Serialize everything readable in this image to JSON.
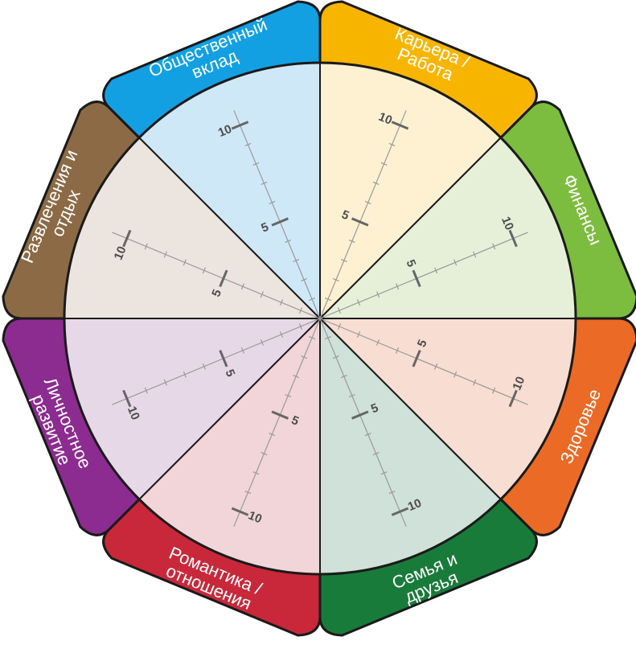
{
  "wheel": {
    "segments": [
      {
        "id": "career",
        "label_lines": [
          "Карьера /",
          "Работа"
        ],
        "tab_color": "#f8b500",
        "fill_color": "#fdf1d2"
      },
      {
        "id": "finance",
        "label_lines": [
          "Финансы"
        ],
        "tab_color": "#7cbc3f",
        "fill_color": "#e6f0d8"
      },
      {
        "id": "health",
        "label_lines": [
          "Здоровье"
        ],
        "tab_color": "#ea6a26",
        "fill_color": "#f8ddd2"
      },
      {
        "id": "family",
        "label_lines": [
          "Семья и",
          "друзья"
        ],
        "tab_color": "#197b3a",
        "fill_color": "#cfe1d8"
      },
      {
        "id": "romance",
        "label_lines": [
          "Романтика /",
          "отношения"
        ],
        "tab_color": "#c8283a",
        "fill_color": "#f1d5d8"
      },
      {
        "id": "growth",
        "label_lines": [
          "Личностное",
          "развитие"
        ],
        "tab_color": "#8c2b90",
        "fill_color": "#e7d8e8"
      },
      {
        "id": "leisure",
        "label_lines": [
          "Развлечения и",
          "отдых"
        ],
        "tab_color": "#8b6a45",
        "fill_color": "#ece4de"
      },
      {
        "id": "contribution",
        "label_lines": [
          "Общественный",
          "вклад"
        ],
        "tab_color": "#12a0e3",
        "fill_color": "#cfe8f7"
      }
    ],
    "scale": {
      "min": 0,
      "max": 10,
      "labeled_ticks": [
        "5",
        "10"
      ]
    },
    "colors": {
      "outline": "#1a1a1a",
      "axis": "#9a9a9a",
      "major_tick": "#666666",
      "faded_five": "#c9c9c9"
    }
  }
}
